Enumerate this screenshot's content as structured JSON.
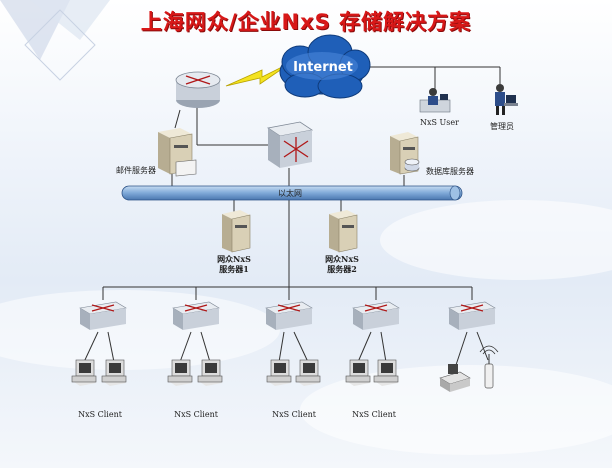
{
  "title": "上海网众/企业NxS 存储解决方案",
  "internet": "Internet",
  "ethernet": "以太网",
  "mail_server": "邮件服务器",
  "db_server": "数据库服务器",
  "nxs_user": "NxS User",
  "admin": "管理员",
  "server1": {
    "line1": "网众NxS",
    "line2": "服务器1"
  },
  "server2": {
    "line1": "网众NxS",
    "line2": "服务器2"
  },
  "clients": [
    "NxS Client",
    "NxS Client",
    "NxS Client",
    "NxS Client"
  ]
}
